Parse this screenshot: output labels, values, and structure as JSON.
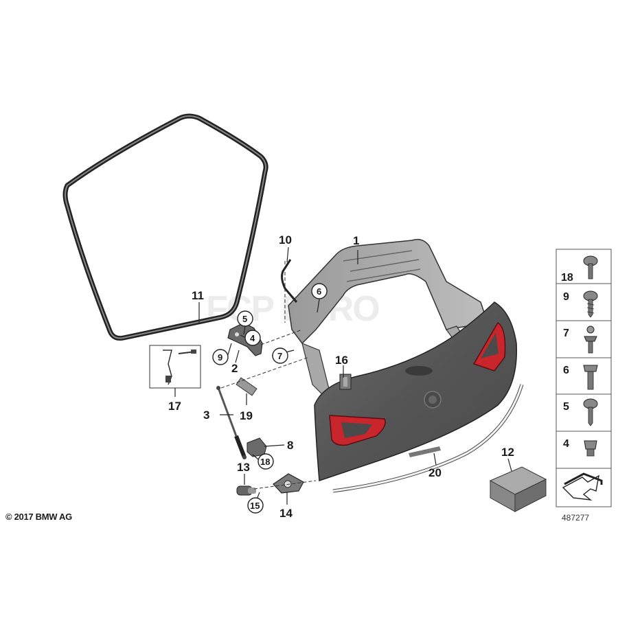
{
  "watermark": "FCP EURO",
  "copyright": "© 2017 BMW AG",
  "diagram_id": "487277",
  "callouts": {
    "c1": "1",
    "c2": "2",
    "c3": "3",
    "c4": "4",
    "c5": "5",
    "c6": "6",
    "c7": "7",
    "c8": "8",
    "c9": "9",
    "c10": "10",
    "c11": "11",
    "c12": "12",
    "c13": "13",
    "c14": "14",
    "c15": "15",
    "c16": "16",
    "c17": "17",
    "c18": "18",
    "c19": "19",
    "c20": "20"
  },
  "sidebar": {
    "items": [
      {
        "label": "18"
      },
      {
        "label": "9"
      },
      {
        "label": "7"
      },
      {
        "label": "6"
      },
      {
        "label": "5"
      },
      {
        "label": "4"
      }
    ]
  },
  "colors": {
    "panel": "#5b5b5b",
    "tail_light": "#c8262c",
    "line": "#1a1a1a"
  }
}
